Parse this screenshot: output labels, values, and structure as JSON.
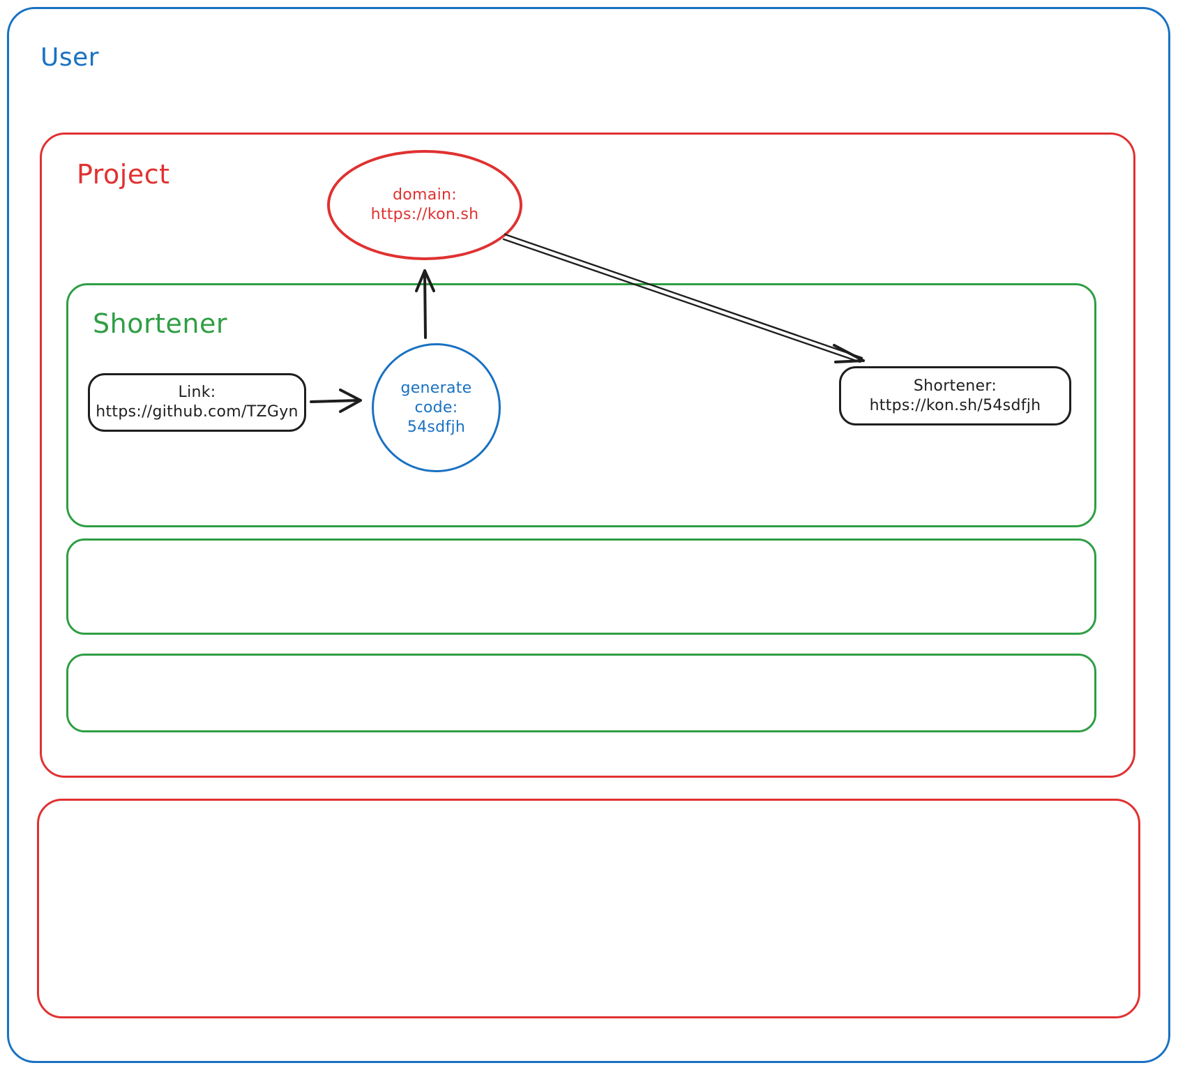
{
  "colors": {
    "blue": "#1971c2",
    "red": "#e03131",
    "green": "#2f9e44",
    "ink": "#1e1e1e"
  },
  "user": {
    "label": "User"
  },
  "project": {
    "label": "Project"
  },
  "shortener": {
    "label": "Shortener"
  },
  "domain_ellipse": {
    "line1": "domain:",
    "line2": "https://kon.sh"
  },
  "link_box": {
    "line1": "Link:",
    "line2": "https://github.com/TZGyn"
  },
  "generate_circle": {
    "line1": "generate",
    "line2": "code:",
    "line3": "54sdfjh"
  },
  "result_box": {
    "line1": "Shortener:",
    "line2": "https://kon.sh/54sdfjh"
  }
}
